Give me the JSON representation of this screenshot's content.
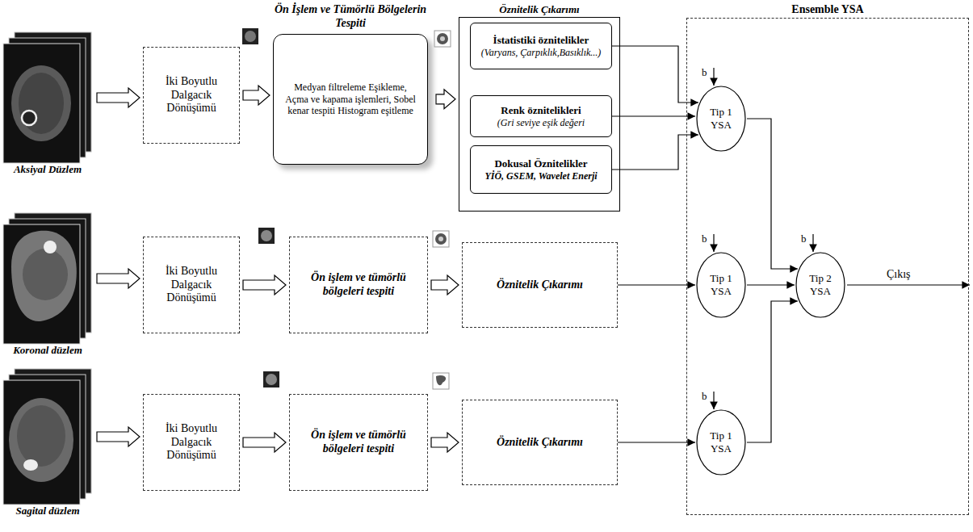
{
  "diagram": {
    "nodes": [
      {
        "text": [
          "Aksiyal Düzlem"
        ]
      },
      {
        "text": [
          "İki Boyutlu Dalgacık Dönüşümü"
        ]
      },
      {
        "text": [
          "Ön İşlem ve Tümörlü Bölgelerin Tespiti",
          "Medyan filtreleme Eşikleme, Açma ve kapama işlemleri, Sobel kenar tespiti Histogram eşitleme"
        ]
      },
      {
        "text": [
          "Öznitelik Çıkarımı"
        ]
      },
      {
        "text": [
          "İstatistiki öznitelikler",
          "(Varyans, Çarpıklık,Basıklık...)"
        ],
        "in": 3
      },
      {
        "text": [
          "Renk öznitelikleri",
          "(Gri seviye eşik değeri"
        ],
        "in": 3
      },
      {
        "text": [
          "Dokusal Öznitelikler",
          "YİÖ, GSEM, Wavelet Enerji"
        ],
        "in": 3
      },
      {
        "text": [
          "Koronal düzlem"
        ]
      },
      {
        "text": [
          "İki Boyutlu Dalgacık Dönüşümü"
        ]
      },
      {
        "text": [
          "Ön işlem ve tümörlü bölgeleri tespiti"
        ]
      },
      {
        "text": [
          "Öznitelik Çıkarımı"
        ]
      },
      {
        "text": [
          "Sagital düzlem"
        ]
      },
      {
        "text": [
          "İki Boyutlu Dalgacık Dönüşümü"
        ]
      },
      {
        "text": [
          "Ön işlem ve tümörlü bölgeleri tespiti"
        ]
      },
      {
        "text": [
          "Öznitelik Çıkarımı"
        ]
      },
      {
        "text": [
          "Ensemble YSA"
        ]
      },
      {
        "text": [
          "Tip 1 YSA"
        ],
        "in": 15
      },
      {
        "text": [
          "Tip 1 YSA"
        ],
        "in": 15
      },
      {
        "text": [
          "Tip 1 YSA"
        ],
        "in": 15
      },
      {
        "text": [
          "Tip 2 YSA"
        ],
        "in": 15
      }
    ],
    "edges": [
      {
        "from": 0,
        "to": 1,
        "arrow": "to"
      },
      {
        "from": 1,
        "to": 2,
        "arrow": "to"
      },
      {
        "from": 2,
        "to": 3,
        "arrow": "to"
      },
      {
        "from": 4,
        "to": 16,
        "arrow": "to"
      },
      {
        "from": 5,
        "to": 16,
        "arrow": "to"
      },
      {
        "from": 6,
        "to": 16,
        "arrow": "to"
      },
      {
        "from": 7,
        "to": 8,
        "arrow": "to"
      },
      {
        "from": 8,
        "to": 9,
        "arrow": "to"
      },
      {
        "from": 9,
        "to": 10,
        "arrow": "to"
      },
      {
        "from": 10,
        "to": 17,
        "arrow": "to"
      },
      {
        "from": 11,
        "to": 12,
        "arrow": "to"
      },
      {
        "from": 12,
        "to": 13,
        "arrow": "to"
      },
      {
        "from": 13,
        "to": 14,
        "arrow": "to"
      },
      {
        "from": 14,
        "to": 18,
        "arrow": "to"
      },
      {
        "from": 16,
        "to": 19,
        "arrow": "to"
      },
      {
        "from": 17,
        "to": 19,
        "arrow": "to"
      },
      {
        "from": 18,
        "to": 19,
        "arrow": "to"
      }
    ],
    "labels": [
      "b",
      "b",
      "b",
      "b",
      "Çıkış"
    ]
  }
}
